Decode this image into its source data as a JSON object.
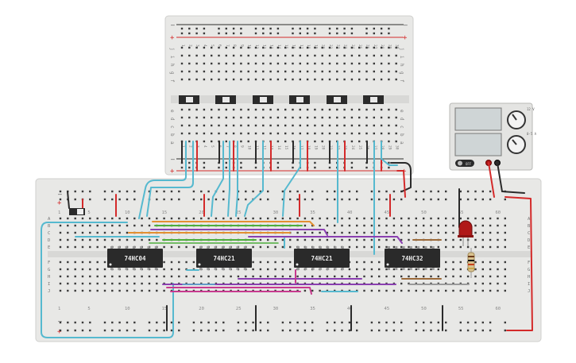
{
  "chips": [
    {
      "label": "74HC04"
    },
    {
      "label": "74HC21"
    },
    {
      "label": "74HC21"
    },
    {
      "label": "74HC32"
    }
  ],
  "top_board": {
    "column_numbers": [
      "1",
      "2",
      "3",
      "4",
      "5",
      "6",
      "7",
      "8",
      "9",
      "10",
      "11",
      "12",
      "13",
      "14",
      "15",
      "16",
      "17",
      "18",
      "19",
      "20",
      "21",
      "22",
      "23",
      "24",
      "25",
      "26",
      "27",
      "28",
      "29",
      "30"
    ],
    "row_letters_upper": [
      "j",
      "i",
      "h",
      "g",
      "f"
    ],
    "row_letters_lower": [
      "e",
      "d",
      "c",
      "b",
      "a"
    ],
    "rail_plus": "+",
    "rail_minus": "–",
    "dip_switch_count": 6
  },
  "main_board": {
    "column_numbers": [
      "1",
      "5",
      "10",
      "15",
      "20",
      "25",
      "30",
      "35",
      "40",
      "45",
      "50",
      "55",
      "60"
    ],
    "row_letters_top": [
      "A",
      "B",
      "C",
      "D",
      "E"
    ],
    "row_letters_bottom": [
      "F",
      "G",
      "H",
      "I",
      "J"
    ],
    "rail_plus": "+",
    "rail_minus": "–"
  },
  "power_supply": {
    "button_label": "OFF",
    "knob_labels": [
      "12 V",
      "0-5 A"
    ]
  },
  "colors": {
    "wire_red": "#d42a2a",
    "wire_black": "#2b2b2b",
    "wire_cyan": "#56b9cf",
    "wire_green": "#4cae3c",
    "wire_orange": "#e39031",
    "wire_purple": "#8a3fb0",
    "wire_magenta": "#c73a8e",
    "wire_brown": "#9b6a3a",
    "wire_gray": "#9a9a9a",
    "led_red": "#b01818",
    "board_bg": "#e8e8e6",
    "chip_body": "#2a2a2a"
  }
}
